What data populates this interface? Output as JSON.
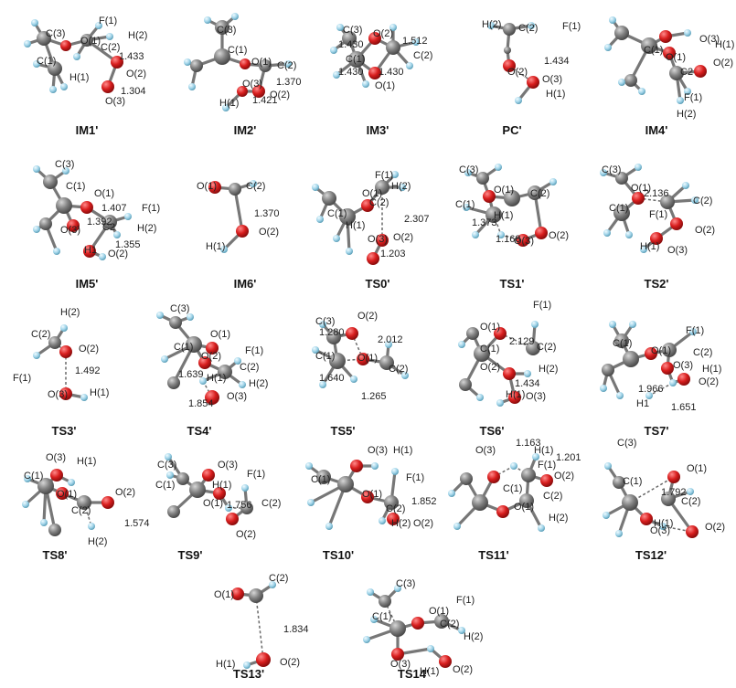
{
  "colors": {
    "carbon": "#7a7a7a",
    "oxygen": "#d81e1e",
    "hydrogen": "#9fd3e8",
    "fluorine": "#9fd3e8",
    "bond": "#777777"
  },
  "panels": [
    {
      "id": "IM1p",
      "title": "IM1'",
      "labels": [
        "C(3)",
        "O(1)",
        "C(1)",
        "H(1)",
        "F(1)",
        "H(2)",
        "C(2)",
        "1.433",
        "O(2)",
        "1.304",
        "O(3)"
      ]
    },
    {
      "id": "IM2p",
      "title": "IM2'",
      "labels": [
        "C(3)",
        "C(1)",
        "O(1)",
        "C(2)",
        "O(3)",
        "1.370",
        "H(1)",
        "1.421",
        "O(2)"
      ]
    },
    {
      "id": "IM3p",
      "title": "IM3'",
      "labels": [
        "C(3)",
        "1.430",
        "O(2)",
        "1.512",
        "C(1)",
        "C(2)",
        "1.430",
        "1.430",
        "O(1)"
      ]
    },
    {
      "id": "PCp",
      "title": "PC'",
      "labels": [
        "H(2)",
        "C(2)",
        "F(1)",
        "1.434",
        "O(2)",
        "O(3)",
        "H(1)"
      ]
    },
    {
      "id": "IM4p",
      "title": "IM4'",
      "labels": [
        "O(3)",
        "H(1)",
        "C(1)",
        "O(1)",
        "C2",
        "O(2)",
        "F(1)",
        "H(2)"
      ]
    },
    {
      "id": "IM5p",
      "title": "IM5'",
      "labels": [
        "C(3)",
        "C(1)",
        "O(1)",
        "1.407",
        "F(1)",
        "1.392",
        "C2",
        "H(2)",
        "O(3)",
        "1.355",
        "H1",
        "O(2)"
      ]
    },
    {
      "id": "IM6p",
      "title": "IM6'",
      "labels": [
        "O(1)",
        "C(2)",
        "1.370",
        "H(1)",
        "O(2)"
      ]
    },
    {
      "id": "TS0p",
      "title": "TS0'",
      "labels": [
        "F(1)",
        "O(1)",
        "H(2)",
        "C(2)",
        "2.307",
        "C(1)",
        "H(1)",
        "O(3)",
        "O(2)",
        "1.203"
      ]
    },
    {
      "id": "TS1p",
      "title": "TS1'",
      "labels": [
        "C(3)",
        "O(1)",
        "C(2)",
        "C(1)",
        "H(1)",
        "1.373",
        "1.168",
        "O(3)",
        "O(2)"
      ]
    },
    {
      "id": "TS2p",
      "title": "TS2'",
      "labels": [
        "C(3)",
        "O(1)",
        "2.136",
        "C(2)",
        "C(1)",
        "F(1)",
        "O(2)",
        "H(1)",
        "O(3)"
      ]
    },
    {
      "id": "TS3p",
      "title": "TS3'",
      "labels": [
        "H(2)",
        "C(2)",
        "F(1)",
        "O(2)",
        "1.492",
        "O(3)",
        "H(1)"
      ]
    },
    {
      "id": "TS4p",
      "title": "TS4'",
      "labels": [
        "C(3)",
        "O(1)",
        "C(1)",
        "O(2)",
        "F(1)",
        "1.639",
        "H(1)",
        "C(2)",
        "H(2)",
        "1.854",
        "O(3)"
      ]
    },
    {
      "id": "TS5p",
      "title": "TS5'",
      "labels": [
        "C(3)",
        "O(2)",
        "1.280",
        "2.012",
        "C(1)",
        "O(1)",
        "C(2)",
        "1.640",
        "1.265"
      ]
    },
    {
      "id": "TS6p",
      "title": "TS6'",
      "labels": [
        "F(1)",
        "O(1)",
        "C(1)",
        "2.129",
        "C(2)",
        "O(2)",
        "H(2)",
        "1.434",
        "H(1)",
        "O(3)"
      ]
    },
    {
      "id": "TS7p",
      "title": "TS7'",
      "labels": [
        "F(1)",
        "C(1)",
        "O(1)",
        "C(2)",
        "1.966",
        "O(3)",
        "H(1)",
        "O(2)",
        "H1",
        "1.651"
      ]
    },
    {
      "id": "TS8p",
      "title": "TS8'",
      "labels": [
        "O(3)",
        "H(1)",
        "C(1)",
        "O(1)",
        "O(2)",
        "C(2)",
        "1.574",
        "H(2)"
      ]
    },
    {
      "id": "TS9p",
      "title": "TS9'",
      "labels": [
        "C(3)",
        "O(3)",
        "C(1)",
        "H(1)",
        "F(1)",
        "O(1)",
        "1.756",
        "C(2)",
        "O(2)"
      ]
    },
    {
      "id": "TS10p",
      "title": "TS10'",
      "labels": [
        "O(3)",
        "H(1)",
        "C(1)",
        "O(1)",
        "F(1)",
        "C(2)",
        "1.852",
        "H(2)",
        "O(2)"
      ]
    },
    {
      "id": "TS11p",
      "title": "TS11'",
      "labels": [
        "O(3)",
        "1.163",
        "H(1)",
        "1.201",
        "F(1)",
        "O(2)",
        "C(1)",
        "C(2)",
        "O(1)",
        "H(2)"
      ]
    },
    {
      "id": "TS12p",
      "title": "TS12'",
      "labels": [
        "C(3)",
        "O(1)",
        "C(1)",
        "1.792",
        "C(2)",
        "O(3)",
        "H(1)",
        "O(2)"
      ]
    },
    {
      "id": "TS13p",
      "title": "TS13'",
      "labels": [
        "C(2)",
        "O(1)",
        "1.834",
        "H(1)",
        "O(2)"
      ]
    },
    {
      "id": "TS14p",
      "title": "TS14'",
      "labels": [
        "C(3)",
        "O(1)",
        "F(1)",
        "C(1)",
        "C(2)",
        "H(2)",
        "O(3)",
        "H(1)",
        "O(2)"
      ]
    }
  ]
}
